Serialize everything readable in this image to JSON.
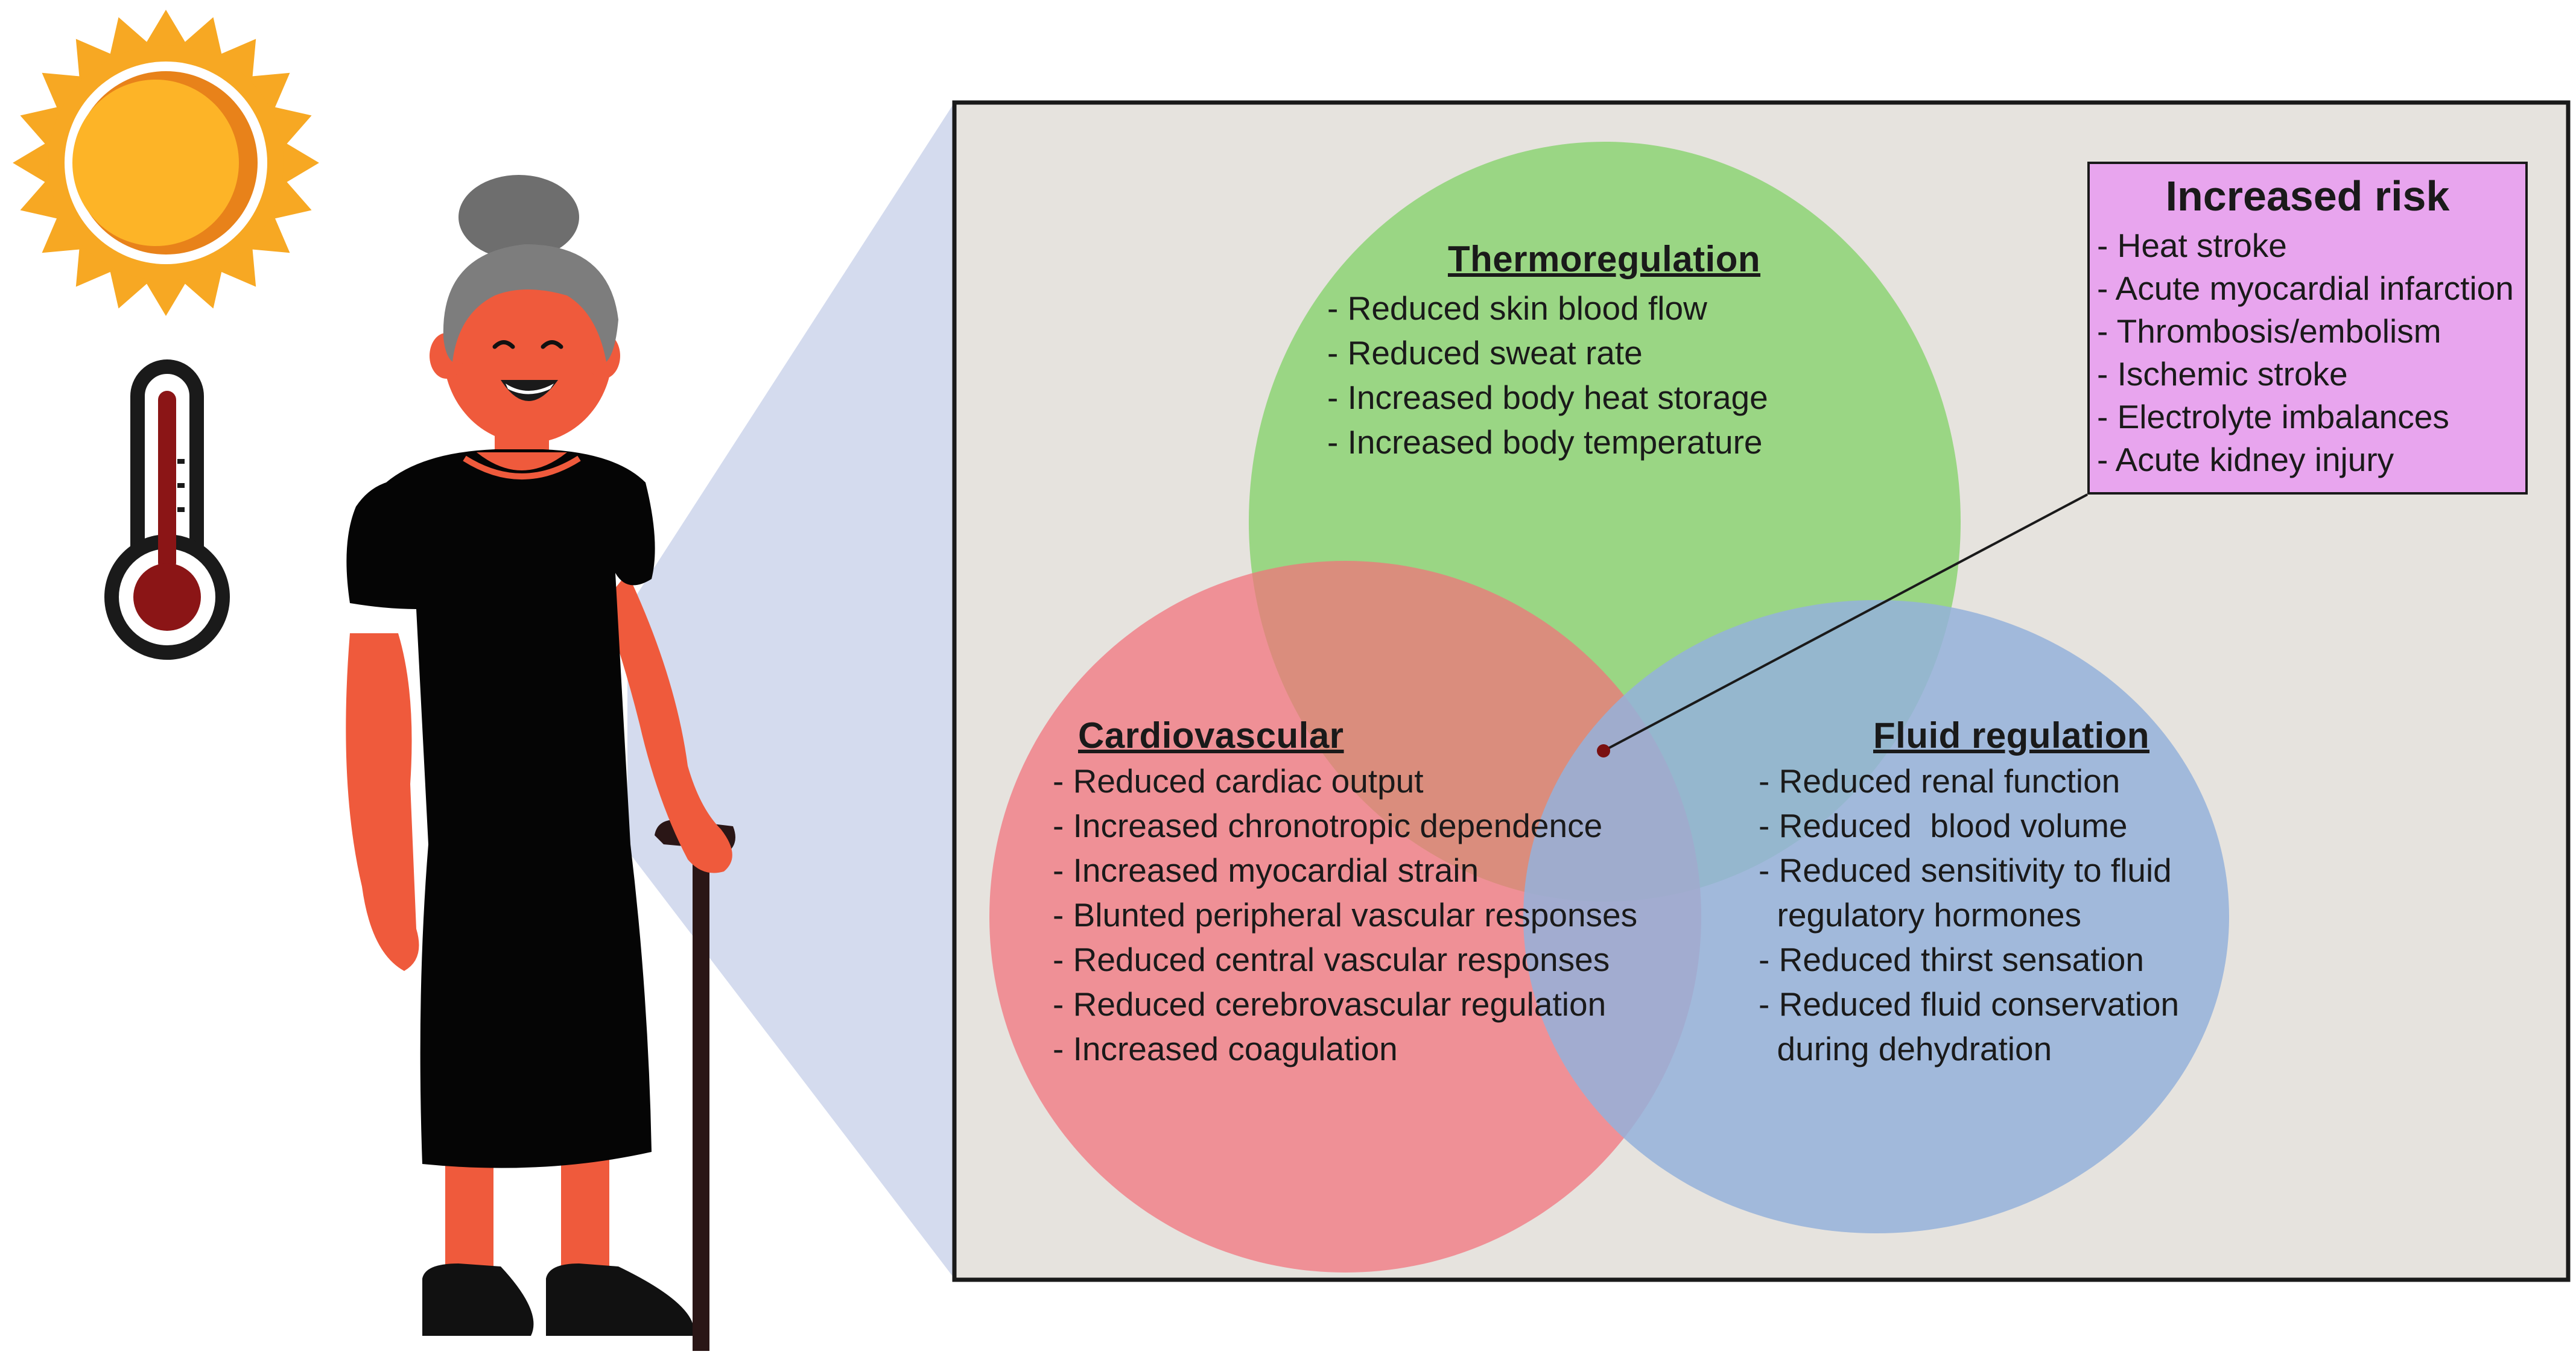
{
  "colors": {
    "panel_background": "#e6e3de",
    "thermoregulation_circle": "#8fd477",
    "cardiovascular_circle": "#f2707a",
    "fluid_regulation_circle": "#94b2db",
    "risk_box": "#e8a5ee",
    "projection": "#d4dbee",
    "skin": "#ef5a3c",
    "hair": "#7d7d7d",
    "sun_outer": "#f7a823",
    "thermometer_bulb": "#8b1516"
  },
  "icons": [
    "sun-icon",
    "thermometer-icon",
    "elderly-woman-with-cane"
  ],
  "thermoregulation": {
    "title": "Thermoregulation",
    "items": [
      "- Reduced skin blood flow",
      "- Reduced sweat rate",
      "- Increased body heat storage",
      "- Increased body temperature"
    ]
  },
  "cardiovascular": {
    "title": "Cardiovascular",
    "items": [
      "- Reduced cardiac output",
      "- Increased chronotropic dependence",
      "- Increased myocardial strain",
      "- Blunted peripheral vascular responses",
      "- Reduced central vascular responses",
      "- Reduced cerebrovascular regulation",
      "- Increased coagulation"
    ]
  },
  "fluid_regulation": {
    "title": "Fluid regulation",
    "items": [
      "- Reduced renal function",
      "- Reduced  blood volume",
      "- Reduced sensitivity to fluid",
      "  regulatory hormones",
      "- Reduced thirst sensation",
      "- Reduced fluid conservation",
      "  during dehydration"
    ]
  },
  "increased_risk": {
    "title": "Increased risk",
    "items": [
      "- Heat stroke",
      "- Acute myocardial infarction",
      "- Thrombosis/embolism",
      "- Ischemic stroke",
      "- Electrolyte imbalances",
      "- Acute kidney injury"
    ]
  }
}
